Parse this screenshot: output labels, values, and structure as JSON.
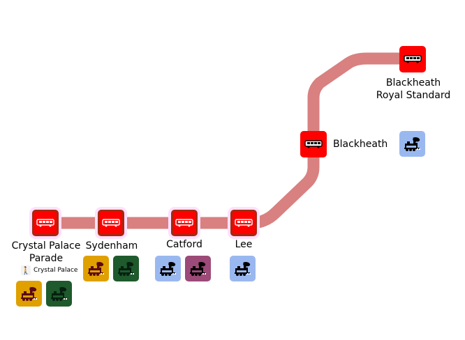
{
  "route": {
    "line_color": "#d98080",
    "stop_color": "#ff0000"
  },
  "stops": [
    {
      "name": "Crystal Palace Parade",
      "line1": "Crystal Palace",
      "line2": "Parade",
      "icon": "bus-icon",
      "walk": {
        "icon": "pedestrian-icon",
        "label": "Crystal Palace"
      },
      "connections": [
        {
          "icon": "train-icon",
          "color": "#e0a000"
        },
        {
          "icon": "train-icon",
          "color": "#1e5a2c"
        }
      ]
    },
    {
      "name": "Sydenham",
      "line1": "Sydenham",
      "icon": "bus-icon",
      "connections": [
        {
          "icon": "train-icon",
          "color": "#e0a000"
        },
        {
          "icon": "train-icon",
          "color": "#1e5a2c"
        }
      ]
    },
    {
      "name": "Catford",
      "line1": "Catford",
      "icon": "bus-icon",
      "connections": [
        {
          "icon": "train-icon",
          "color": "#9ab8f0"
        },
        {
          "icon": "train-icon",
          "color": "#9c4a78"
        }
      ]
    },
    {
      "name": "Lee",
      "line1": "Lee",
      "icon": "bus-icon",
      "connections": [
        {
          "icon": "train-icon",
          "color": "#9ab8f0"
        }
      ]
    },
    {
      "name": "Blackheath",
      "line1": "Blackheath",
      "icon": "bus-icon",
      "connections": [
        {
          "icon": "train-icon",
          "color": "#9ab8f0"
        }
      ]
    },
    {
      "name": "Blackheath Royal Standard",
      "line1": "Blackheath",
      "line2": "Royal Standard",
      "icon": "bus-icon",
      "connections": []
    }
  ]
}
